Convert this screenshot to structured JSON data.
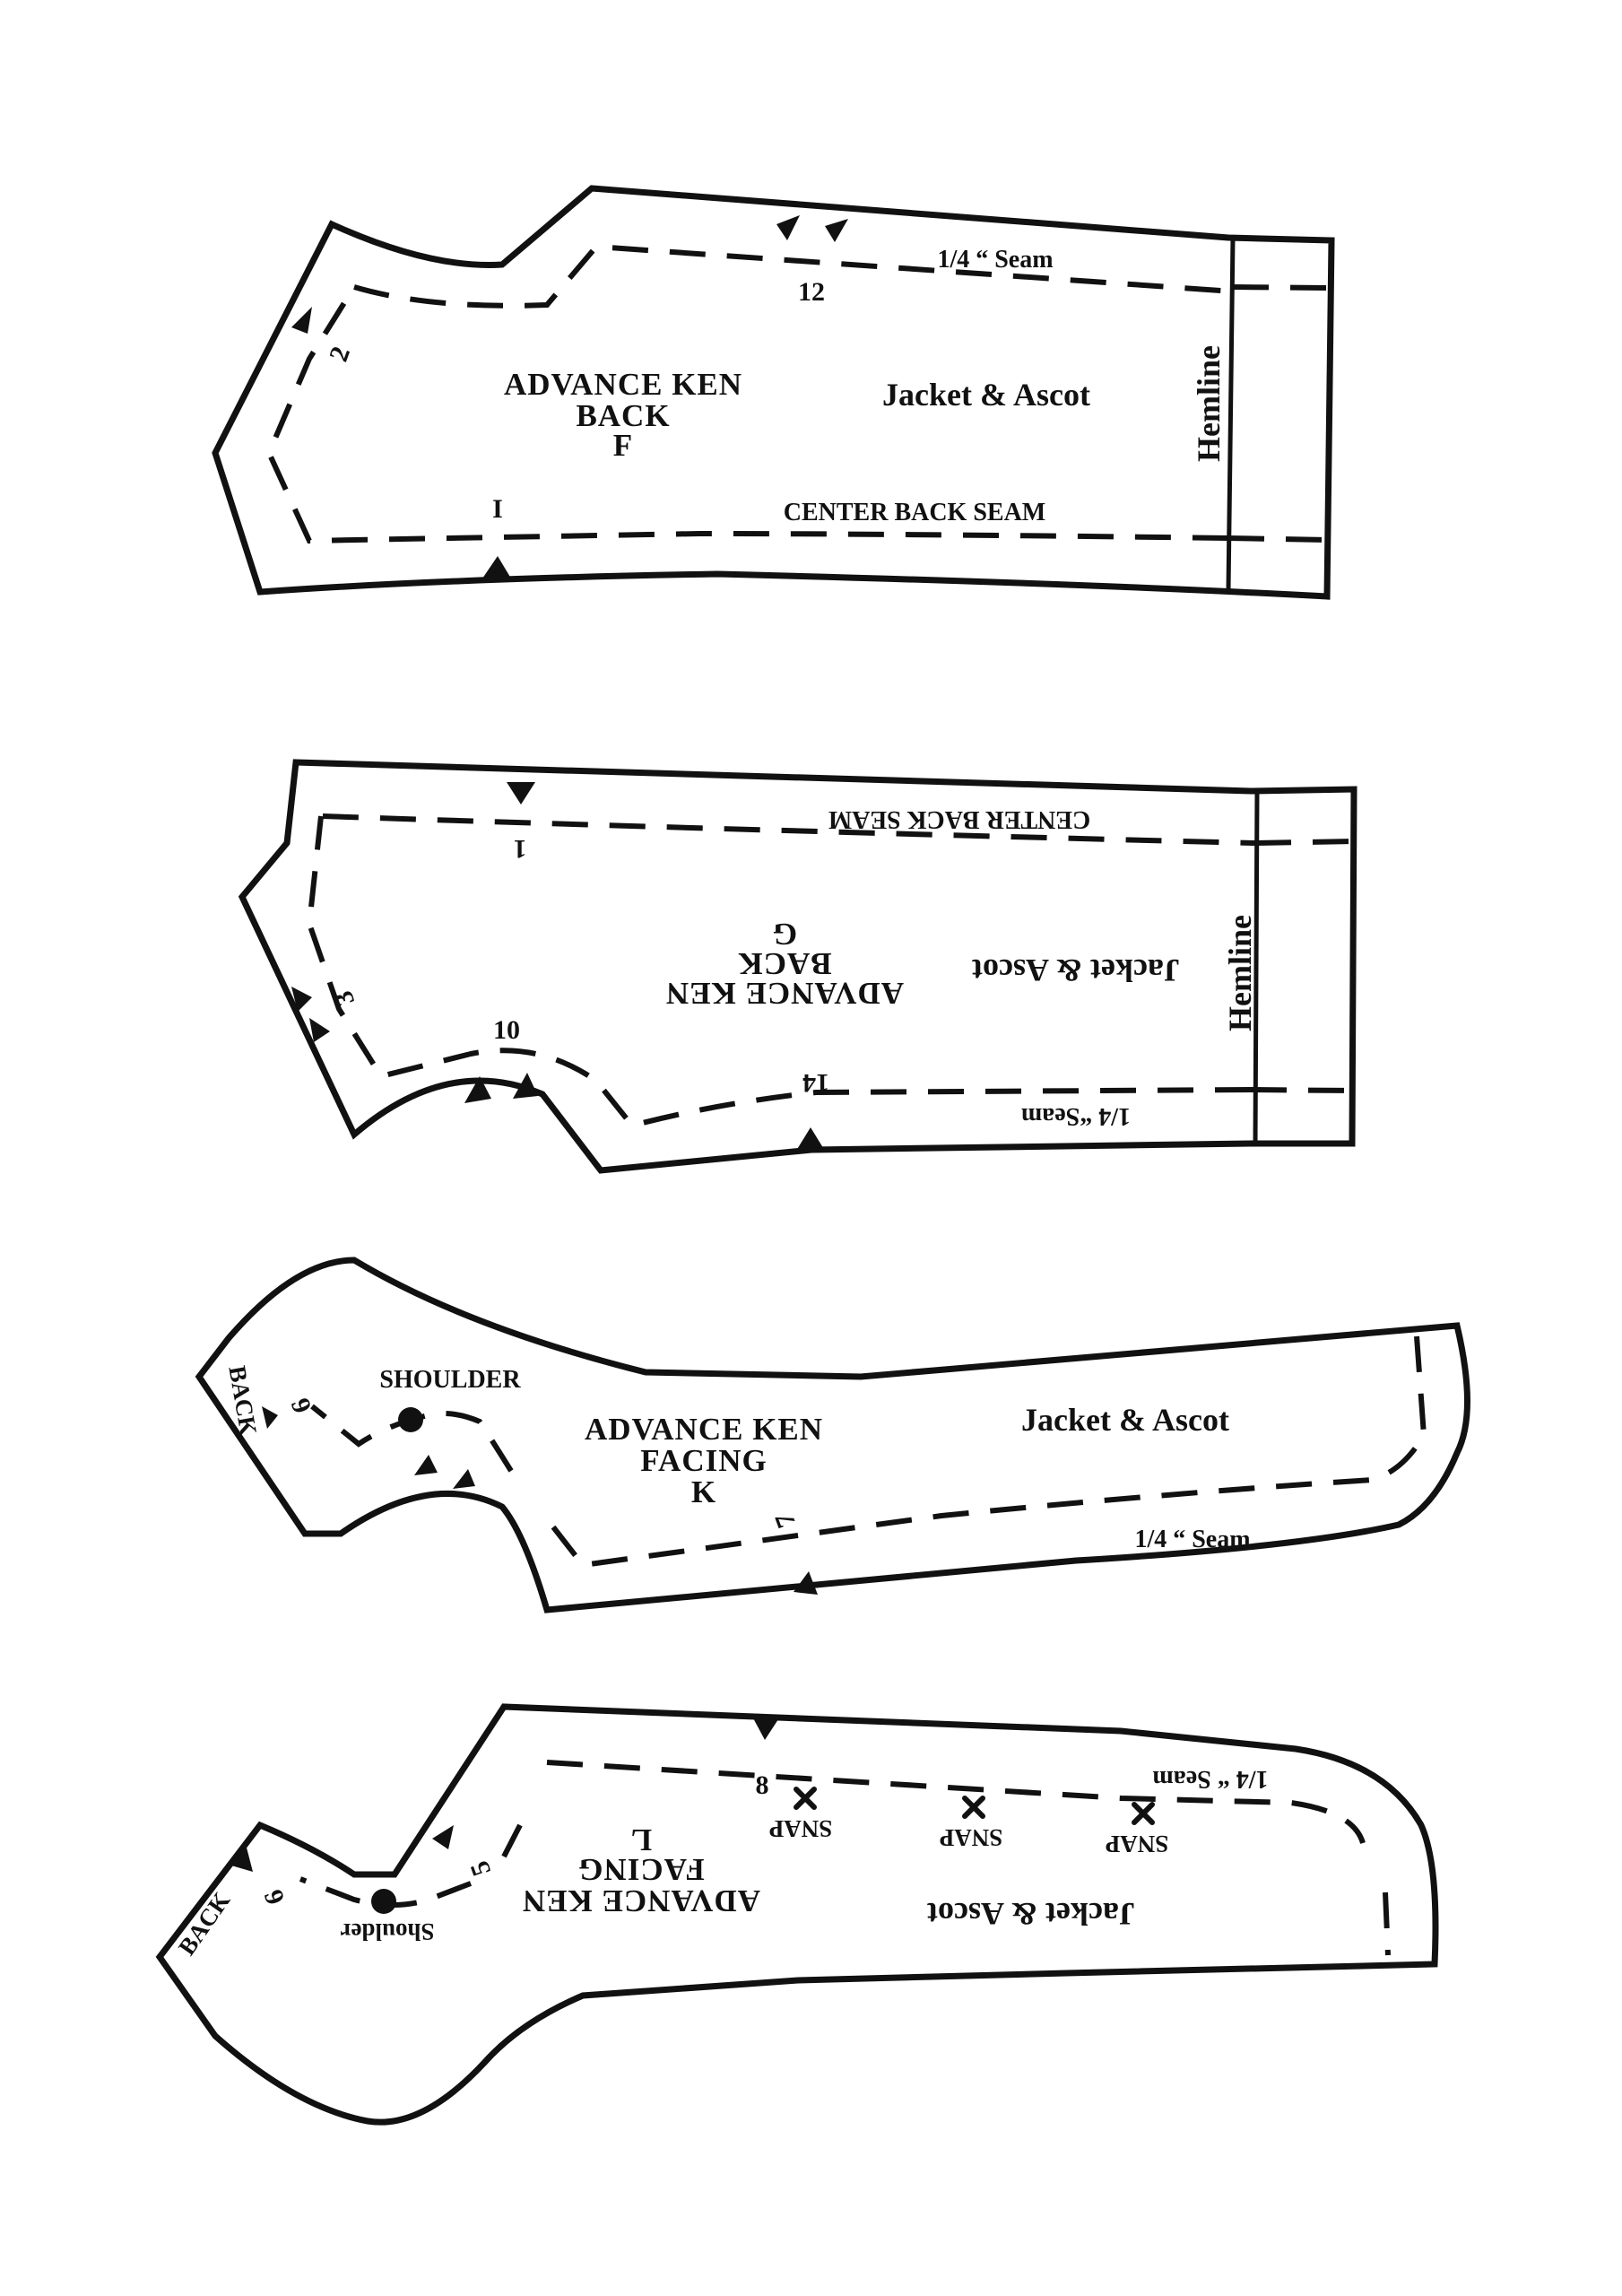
{
  "pieces": {
    "f": {
      "brand": "ADVANCE KEN",
      "part": "BACK",
      "letter": "F",
      "garment": "Jacket & Ascot",
      "seam": "1/4 “ Seam",
      "edge": "CENTER BACK SEAM",
      "hemline": "Hemline",
      "marks": [
        "2",
        "12",
        "I"
      ]
    },
    "g": {
      "brand": "ADVANCE KEN",
      "part": "BACK",
      "letter": "G",
      "garment": "Jacket & Ascot",
      "seam": "1/4 “Seam",
      "edge": "CENTER BACK SEAM",
      "hemline": "Hemline",
      "marks": [
        "1",
        "3",
        "10",
        "14"
      ]
    },
    "k": {
      "brand": "ADVANCE KEN",
      "part": "FACING",
      "letter": "K",
      "garment": "Jacket & Ascot",
      "seam": "1/4 “ Seam",
      "shoulder": "SHOULDER",
      "back": "BACK",
      "marks": [
        "6",
        "7"
      ]
    },
    "l": {
      "brand": "ADVANCE KEN",
      "part": "FACING",
      "letter": "L",
      "garment": "Jacket & Ascot",
      "seam": "1/4 “ Seam",
      "shoulder": "Shoulder",
      "back": "BACK",
      "snap": "SNAP",
      "marks": [
        "6",
        "5",
        "8"
      ]
    }
  }
}
